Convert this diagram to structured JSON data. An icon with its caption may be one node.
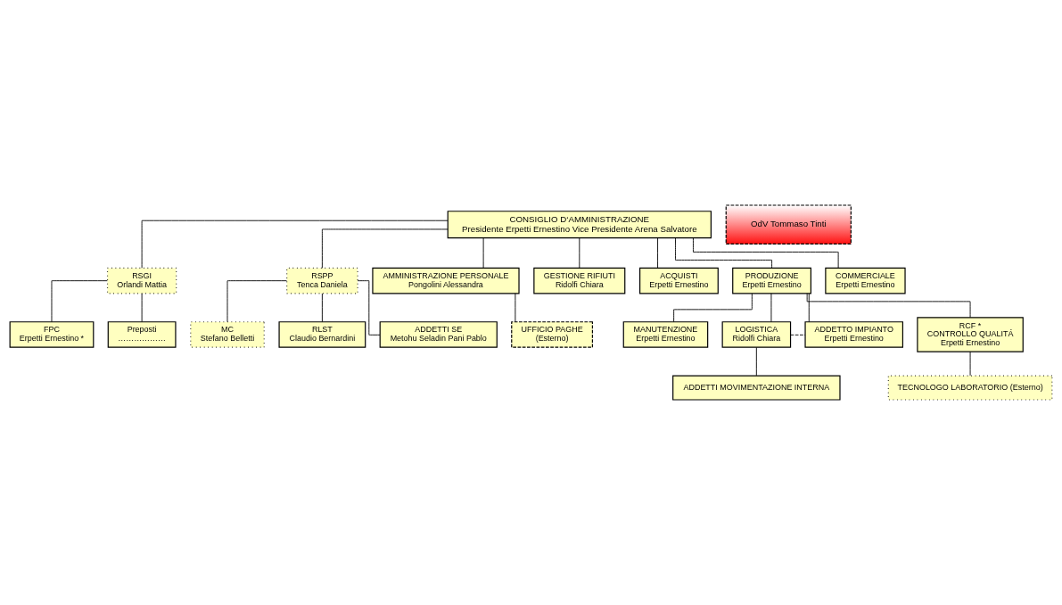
{
  "diagram": {
    "nodes": [
      {
        "text": [
          "CONSIGLIO D‘AMMINISTRAZIONE",
          "Presidente Erpetti Ernestino Vice Presidente Arena Salvatore"
        ]
      },
      {
        "text": [
          "OdV Tommaso Tinti"
        ]
      },
      {
        "text": [
          "FPC",
          "Erpetti Ernestino *"
        ]
      },
      {
        "text": [
          "Preposti",
          "………………"
        ]
      },
      {
        "text": [
          "RSGI",
          "Orlandi Mattia"
        ]
      },
      {
        "text": [
          "RSPP",
          "Tenca Daniela"
        ]
      },
      {
        "text": [
          "MC",
          "Stefano Belletti"
        ]
      },
      {
        "text": [
          "RLST",
          "Claudio Bernardini"
        ]
      },
      {
        "text": [
          "ADDETTI SE",
          "Metohu Seladin Pani Pablo"
        ]
      },
      {
        "text": [
          "AMMINISTRAZIONE PERSONALE",
          "Pongolini Alessandra"
        ]
      },
      {
        "text": [
          "GESTIONE RIFIUTI",
          "Ridolfi Chiara"
        ]
      },
      {
        "text": [
          "ACQUISTI",
          "Erpetti Ernestino"
        ]
      },
      {
        "text": [
          "PRODUZIONE",
          "Erpetti Ernestino"
        ]
      },
      {
        "text": [
          "COMMERCIALE",
          "Erpetti Ernestino"
        ]
      },
      {
        "text": [
          "UFFICIO PAGHE",
          "(Esterno)"
        ]
      },
      {
        "text": [
          "MANUTENZIONE",
          "Erpetti Ernestino"
        ]
      },
      {
        "text": [
          "LOGISTICA",
          "Ridolfi Chiara"
        ]
      },
      {
        "text": [
          "ADDETTO IMPIANTO",
          "Erpetti Ernestino"
        ]
      },
      {
        "text": [
          "RCF *",
          "CONTROLLO QUALITÁ",
          "Erpetti Ernestino"
        ]
      },
      {
        "text": [
          "ADDETTI MOVIMENTAZIONE INTERNA"
        ]
      },
      {
        "text": [
          "TECNOLOGO LABORATORIO (Esterno)"
        ]
      }
    ],
    "edges": [
      {
        "from": 0,
        "to": 4,
        "arrow": "none"
      },
      {
        "from": 0,
        "to": 5,
        "arrow": "none"
      },
      {
        "from": 4,
        "to": 2,
        "arrow": "none"
      },
      {
        "from": 4,
        "to": 3,
        "arrow": "none"
      },
      {
        "from": 5,
        "to": 6,
        "arrow": "none"
      },
      {
        "from": 5,
        "to": 7,
        "arrow": "none"
      },
      {
        "from": 5,
        "to": 8,
        "arrow": "none"
      },
      {
        "from": 0,
        "to": 9,
        "arrow": "none"
      },
      {
        "from": 0,
        "to": 10,
        "arrow": "none"
      },
      {
        "from": 0,
        "to": 11,
        "arrow": "none"
      },
      {
        "from": 0,
        "to": 12,
        "arrow": "none"
      },
      {
        "from": 0,
        "to": 13,
        "arrow": "none"
      },
      {
        "from": 9,
        "to": 14,
        "arrow": "none"
      },
      {
        "from": 12,
        "to": 15,
        "arrow": "none"
      },
      {
        "from": 12,
        "to": 16,
        "arrow": "none"
      },
      {
        "from": 12,
        "to": 17,
        "arrow": "none"
      },
      {
        "from": 12,
        "to": 18,
        "arrow": "none"
      },
      {
        "from": 16,
        "to": 17,
        "arrow": "none",
        "style": "dashed"
      },
      {
        "from": 16,
        "to": 19,
        "arrow": "none"
      },
      {
        "from": 18,
        "to": 20,
        "arrow": "none"
      }
    ]
  }
}
